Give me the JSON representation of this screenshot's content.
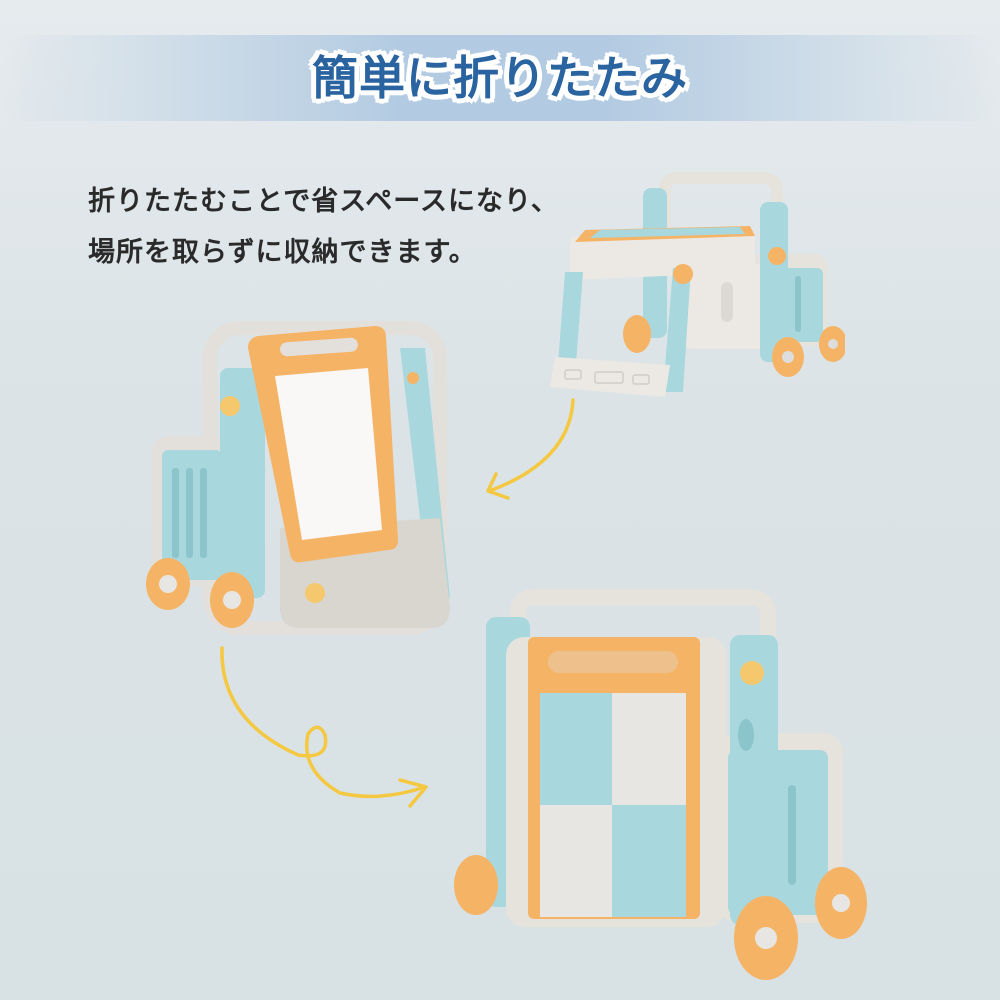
{
  "header": {
    "title": "簡単に折りたたみ"
  },
  "description": {
    "lines": [
      "折りたたむことで省スペースになり、",
      "場所を取らずに収納できます。"
    ]
  },
  "images": [
    {
      "name": "desk-mode",
      "alt": "unfolded play desk with cart"
    },
    {
      "name": "easel-mode",
      "alt": "half folded whiteboard easel"
    },
    {
      "name": "folded-mode",
      "alt": "fully folded cart with block board"
    }
  ],
  "colors": {
    "title_text": "#2a64a0",
    "banner": "#b3cbe2",
    "arrow": "#f5c842",
    "orange": "#f5b366",
    "teal": "#a8d8de",
    "grey": "#e3e0dc"
  }
}
